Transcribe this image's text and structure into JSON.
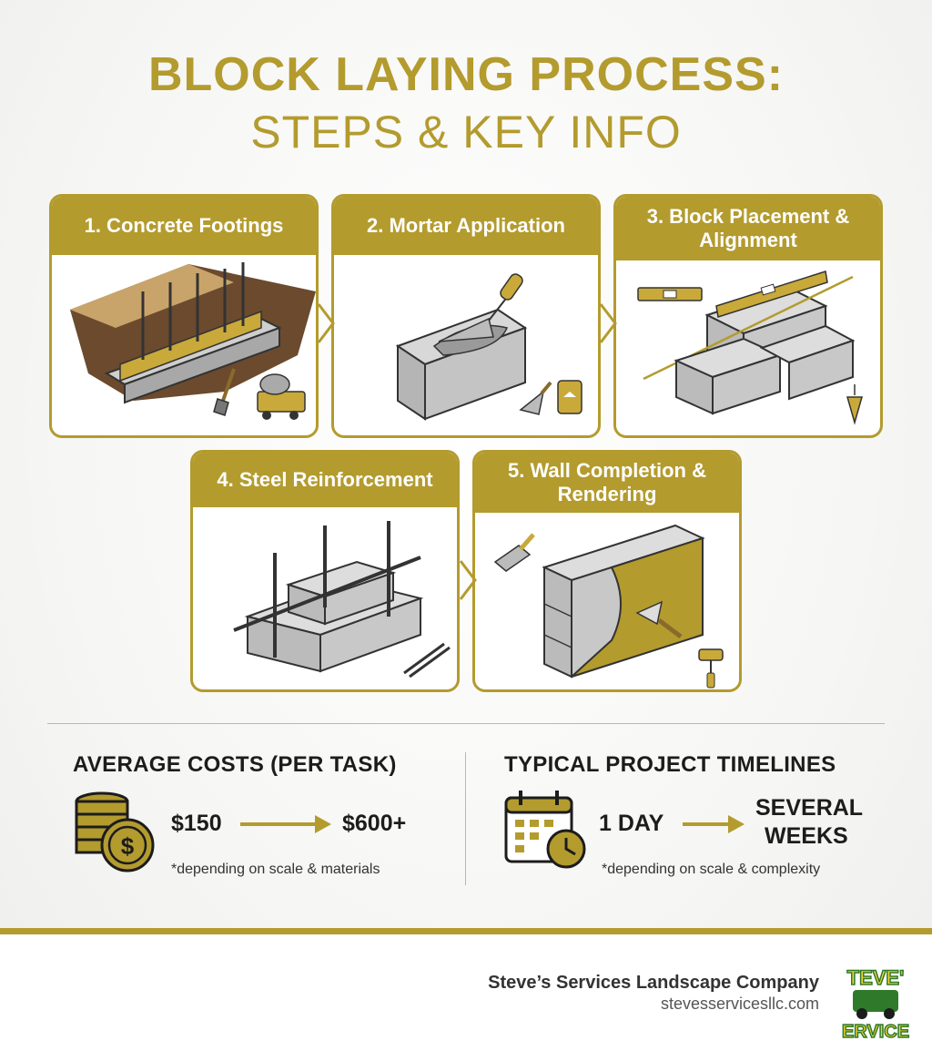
{
  "title": {
    "line1": "BLOCK LAYING PROCESS:",
    "line2": "STEPS & KEY INFO"
  },
  "steps": [
    {
      "label": "1. Concrete Footings"
    },
    {
      "label": "2. Mortar Application"
    },
    {
      "label": "3. Block Placement & Alignment"
    },
    {
      "label": "4. Steel Reinforcement"
    },
    {
      "label": "5. Wall Completion & Rendering"
    }
  ],
  "costs": {
    "title": "AVERAGE COSTS (PER TASK)",
    "low": "$150",
    "high": "$600+",
    "note": "*depending on scale & materials"
  },
  "timelines": {
    "title": "TYPICAL PROJECT TIMELINES",
    "low": "1 DAY",
    "high_line1": "SEVERAL",
    "high_line2": "WEEKS",
    "note": "*depending on scale & complexity"
  },
  "footer": {
    "company": "Steve’s Services Landscape Company",
    "url": "stevesservicesllc.com",
    "logo_line1": "TEVE'",
    "logo_line2": "ERVICE"
  },
  "colors": {
    "accent": "#b39b2e",
    "text": "#1c1c1c",
    "logo_green": "#2f7a2a",
    "logo_yellow": "#f2d22e"
  }
}
